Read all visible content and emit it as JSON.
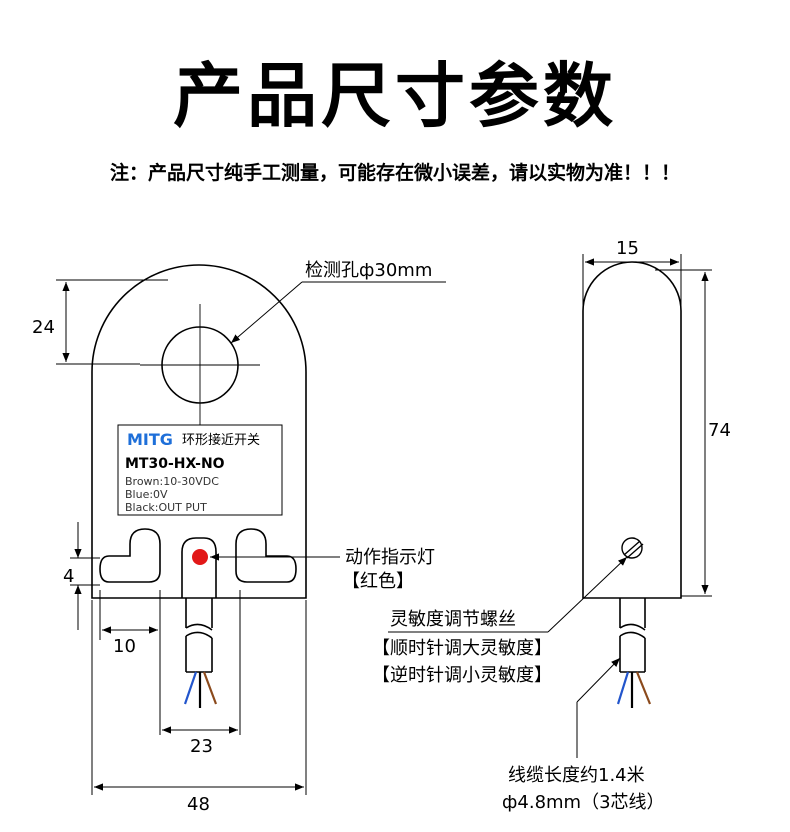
{
  "header": {
    "title": "产品尺寸参数",
    "note": "注：产品尺寸纯手工测量，可能存在微小误差，请以实物为准！！！"
  },
  "front_view": {
    "label": {
      "brand": "MITG",
      "type": "环形接近开关",
      "model": "MT30-HX-NO",
      "wire_brown": "Brown:10-30VDC",
      "wire_blue": "Blue:0V",
      "wire_black": "Black:OUT PUT"
    },
    "dims": {
      "top": "24",
      "slot": "4",
      "foot": "10",
      "cable_span": "23",
      "width": "48"
    },
    "callouts": {
      "hole": "检测孔ф30mm",
      "indicator": "动作指示灯",
      "indicator_color": "【红色】"
    }
  },
  "side_view": {
    "dims": {
      "thickness": "15",
      "height": "74"
    },
    "callouts": {
      "screw": "灵敏度调节螺丝",
      "cw": "【顺时针调大灵敏度】",
      "ccw": "【逆时针调小灵敏度】",
      "cable_len": "线缆长度约1.4米",
      "cable_dia": "ф4.8mm（3芯线）"
    }
  },
  "colors": {
    "brand": "#1e6fd9",
    "indicator": "#e21818",
    "wire_blue": "#2255cc",
    "wire_brown": "#8b4a1c",
    "line": "#000000"
  }
}
